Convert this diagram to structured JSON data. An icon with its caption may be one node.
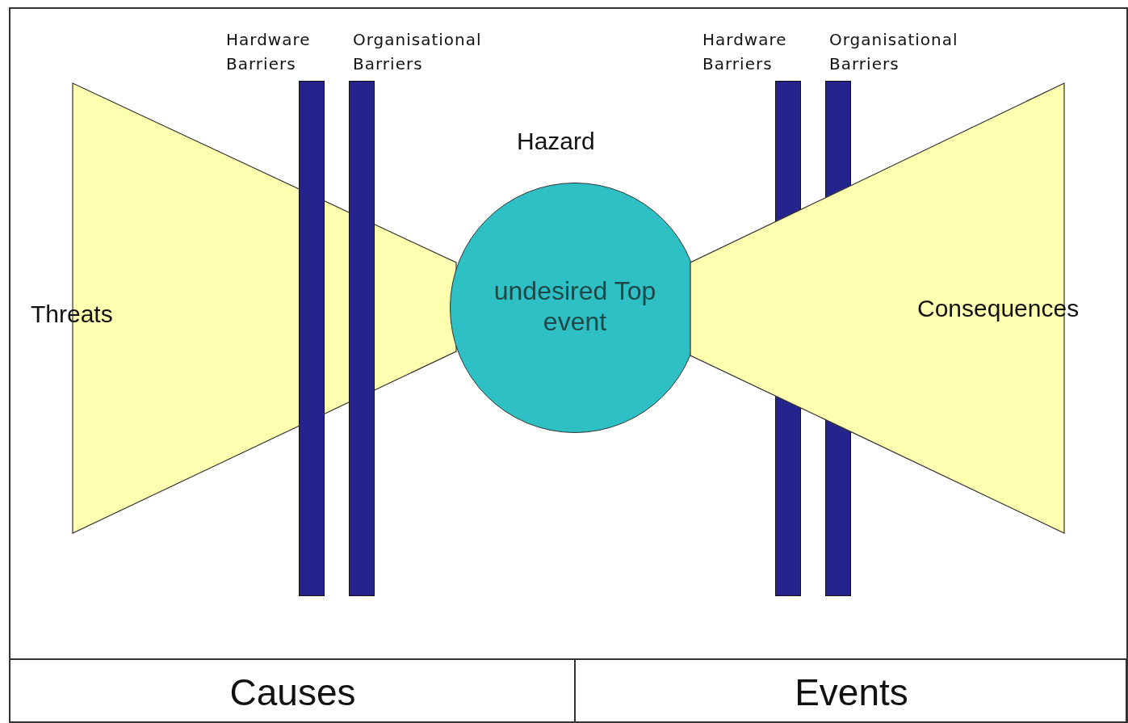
{
  "diagram": {
    "nodes": [
      {
        "text": [
          "Threats"
        ]
      },
      {
        "text": [
          "Hardware Barriers"
        ]
      },
      {
        "text": [
          "Organisational Barriers"
        ]
      },
      {
        "text": [
          "undesired Top event"
        ],
        "beside": [
          "Hazard"
        ]
      },
      {
        "text": [
          "Hardware Barriers"
        ]
      },
      {
        "text": [
          "Organisational Barriers"
        ]
      },
      {
        "text": [
          "Consequences"
        ]
      },
      {
        "text": [
          "Causes"
        ]
      },
      {
        "text": [
          "Events"
        ]
      }
    ]
  }
}
